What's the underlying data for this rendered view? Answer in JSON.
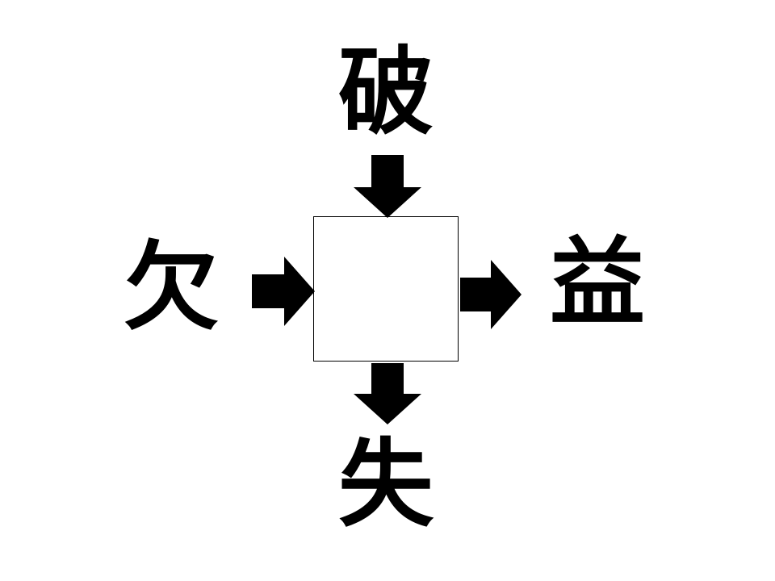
{
  "puzzle": {
    "top": "破",
    "left": "欠",
    "right": "益",
    "bottom": "失",
    "answer": ""
  },
  "colors": {
    "ink": "#000000",
    "background": "#ffffff"
  },
  "icons": {
    "arrow_top": "arrow-down-icon",
    "arrow_left": "arrow-right-icon",
    "arrow_right": "arrow-right-icon",
    "arrow_bottom": "arrow-down-icon"
  }
}
